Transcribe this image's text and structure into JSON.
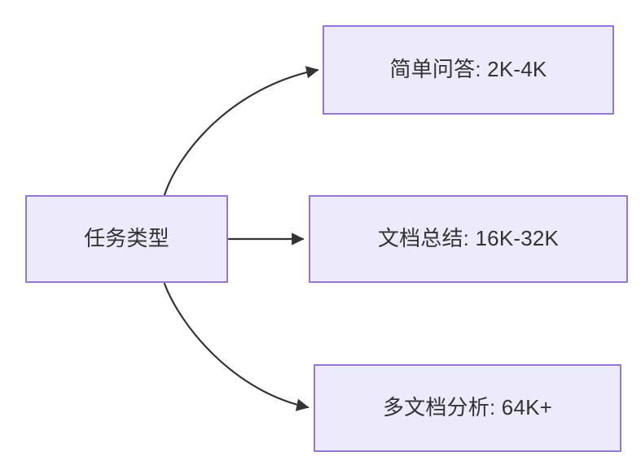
{
  "diagram": {
    "type": "flowchart",
    "direction": "left-to-right",
    "background_color": "#FFFFFF",
    "node_fill_color": "#ECEAFB",
    "node_border_color": "#9277D8",
    "node_text_color": "#333333",
    "edge_color": "#333333",
    "root": {
      "id": "task-type",
      "label": "任务类型"
    },
    "branches": [
      {
        "id": "simple-qa",
        "label": "简单问答: 2K-4K",
        "edge_style": "curved",
        "arrow": "arrowhead-right"
      },
      {
        "id": "doc-summary",
        "label": "文档总结: 16K-32K",
        "edge_style": "straight",
        "arrow": "arrowhead-right"
      },
      {
        "id": "multi-doc",
        "label": "多文档分析: 64K+",
        "edge_style": "curved",
        "arrow": "arrowhead-right"
      }
    ]
  }
}
